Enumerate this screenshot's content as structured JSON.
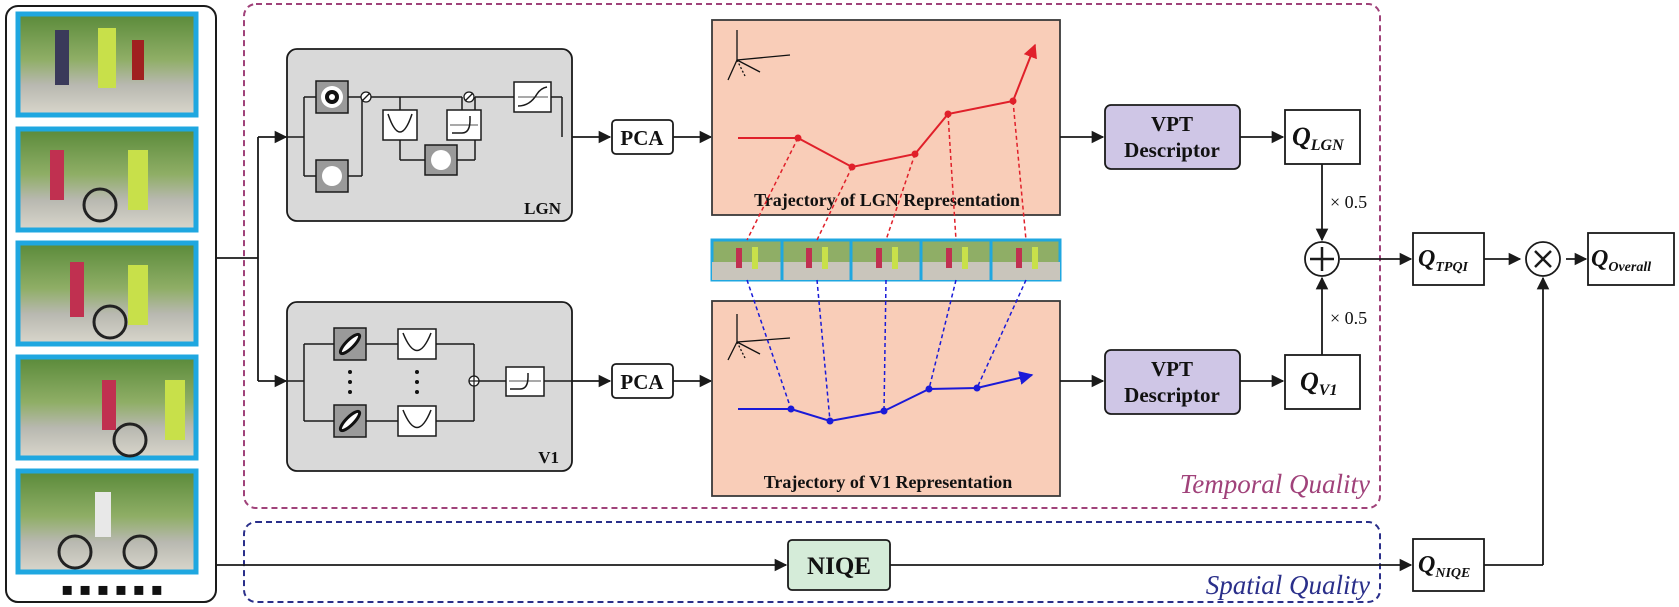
{
  "lgn": {
    "label": "LGN",
    "pca": "PCA",
    "traj_title": "Trajectory of LGN Representation",
    "vpt_line1": "VPT",
    "vpt_line2": "Descriptor",
    "q_main": "Q",
    "q_sub": "LGN",
    "weight": "× 0.5"
  },
  "v1": {
    "label": "V1",
    "pca": "PCA",
    "traj_title": "Trajectory of V1 Representation",
    "vpt_line1": "VPT",
    "vpt_line2": "Descriptor",
    "q_main": "Q",
    "q_sub": "V1",
    "weight": "× 0.5"
  },
  "tpqi": {
    "q_main": "Q",
    "q_sub": "TPQI"
  },
  "overall": {
    "q_main": "Q",
    "q_sub": "Overall"
  },
  "niqe": {
    "label": "NIQE",
    "q_main": "Q",
    "q_sub": "NIQE"
  },
  "regions": {
    "temporal": "Temporal Quality",
    "spatial": "Spatial Quality"
  },
  "frames": {
    "ellipsis": "▪ ▪ ▪   ▪ ▪ ▪"
  },
  "colors": {
    "temporal_border": "#a0427a",
    "spatial_border": "#2a2f8a",
    "panel_gray": "#d9d9d9",
    "trajectory_bg": "#f9cdb8",
    "vpt_bg": "#cfc6e6",
    "niqe_bg": "#d5ecd9",
    "lgn_trajectory": "#e0202a",
    "v1_trajectory": "#1a1ad8",
    "frame_border": "#1fa7e0"
  }
}
